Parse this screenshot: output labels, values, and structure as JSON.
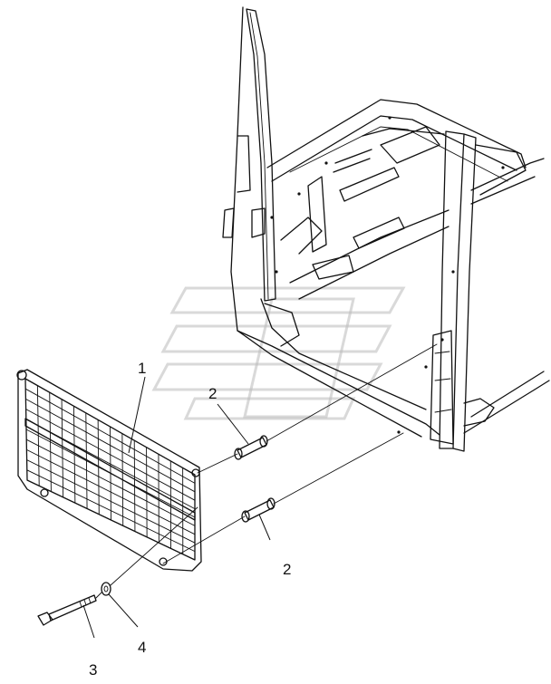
{
  "callouts": {
    "part_1": "1",
    "part_2_upper": "2",
    "part_2_lower": "2",
    "part_3": "3",
    "part_4": "4"
  }
}
